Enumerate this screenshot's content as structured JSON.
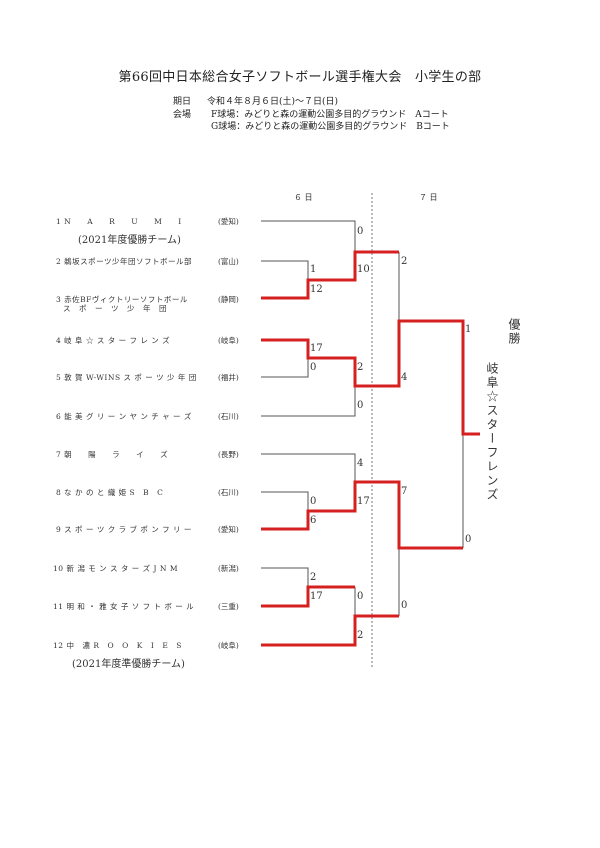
{
  "header": {
    "title": "第66回中日本総合女子ソフトボール選手権大会　小学生の部",
    "period_label": "期日",
    "period_value": "令和４年８月６日(土)～７日(日)",
    "venue_label": "会場",
    "venue_1": "F球場：みどりと森の運動公園多目的グラウンド　Aコート",
    "venue_2": "G球場：みどりと森の運動公園多目的グラウンド　Bコート"
  },
  "days": {
    "day1": "６ 日",
    "day2": "７ 日"
  },
  "teams": [
    {
      "no": "1",
      "name": "N　　A　　R　　U　　M　　I",
      "pref": "(愛知)",
      "note": "(2021年度優勝チーム)"
    },
    {
      "no": "2",
      "name": "鵜坂スポーツ少年団ソフトボール部",
      "pref": "(富山)"
    },
    {
      "no": "3",
      "name": "赤佐BFヴィクトリーソフトボール",
      "name2": "ス　ポ　ー　ツ　少　年　団",
      "pref": "(静岡)"
    },
    {
      "no": "4",
      "name": "岐 阜 ☆ ス タ ー フ レ ン ズ",
      "pref": "(岐阜)"
    },
    {
      "no": "5",
      "name": "敦 賀 W-WINS ス ポ ー ツ 少 年 団",
      "pref": "(福井)"
    },
    {
      "no": "6",
      "name": "能 美 グ リ ー ン ヤ ン チ ャ ー ズ",
      "pref": "(石川)"
    },
    {
      "no": "7",
      "name": "朝　　陽　　ラ　　イ　　ズ",
      "pref": "(長野)"
    },
    {
      "no": "8",
      "name": "な か の と 織 姫 S　B　C",
      "pref": "(石川)"
    },
    {
      "no": "9",
      "name": "ス ポ ー ツ ク ラ ブ ポ ン フ リ ー",
      "pref": "(愛知)"
    },
    {
      "no": "10",
      "name": "新 潟 モ ン ス タ ー ズ J N M",
      "pref": "(新潟)"
    },
    {
      "no": "11",
      "name": "明 和 ・ 雅 女 子 ソ フ ト ボ ー ル",
      "pref": "(三重)"
    },
    {
      "no": "12",
      "name": "中　濃 R　O　O　K　I　E　S",
      "pref": "(岐阜)",
      "note": "(2021年度準優勝チーム)"
    }
  ],
  "scores": {
    "r1_2v3": [
      "1",
      "12"
    ],
    "r2_1v23": [
      "0",
      "10"
    ],
    "r1_4v5": [
      "17",
      "0"
    ],
    "r2_45v6": [
      "2",
      "0"
    ],
    "r1_8v9": [
      "0",
      "6"
    ],
    "r2_7v89": [
      "4",
      "17"
    ],
    "r1_10v11": [
      "2",
      "17"
    ],
    "r2_1011v12": [
      "0",
      "2"
    ],
    "sf_top": [
      "2",
      "4"
    ],
    "sf_bottom": [
      "7",
      "0"
    ],
    "final": [
      "1",
      "0"
    ]
  },
  "champion": {
    "label": "優勝",
    "team": "岐阜☆スターフレンズ"
  },
  "colors": {
    "win_line": "#d62020",
    "line": "#555555",
    "divider": "#777777"
  }
}
